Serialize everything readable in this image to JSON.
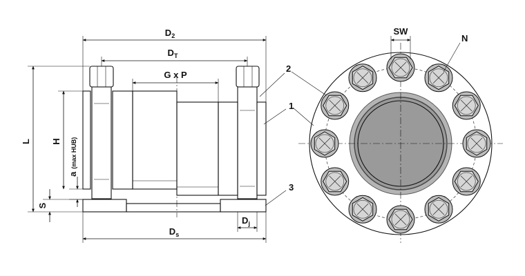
{
  "diagram": {
    "section_view": {
      "labels": {
        "d2": "D",
        "d2_sub": "2",
        "dt": "D",
        "dt_sub": "T",
        "gxp": "G x P",
        "l": "L",
        "h": "H",
        "a": "a",
        "a_note": "(max HUB)",
        "s": "S",
        "ds": "D",
        "ds_sub": "s",
        "dj": "D",
        "dj_sub": "j"
      },
      "part_numbers": [
        "2",
        "1",
        "3"
      ]
    },
    "front_view": {
      "labels": {
        "sw": "SW",
        "n": "N"
      },
      "bolt_count": 12
    },
    "colors": {
      "steel_light": "#d4d4d4",
      "steel_mid": "#bdbdbd",
      "steel_dark": "#8c8c8c",
      "hatch_bg": "#5a5a5a",
      "line": "#111111"
    }
  }
}
